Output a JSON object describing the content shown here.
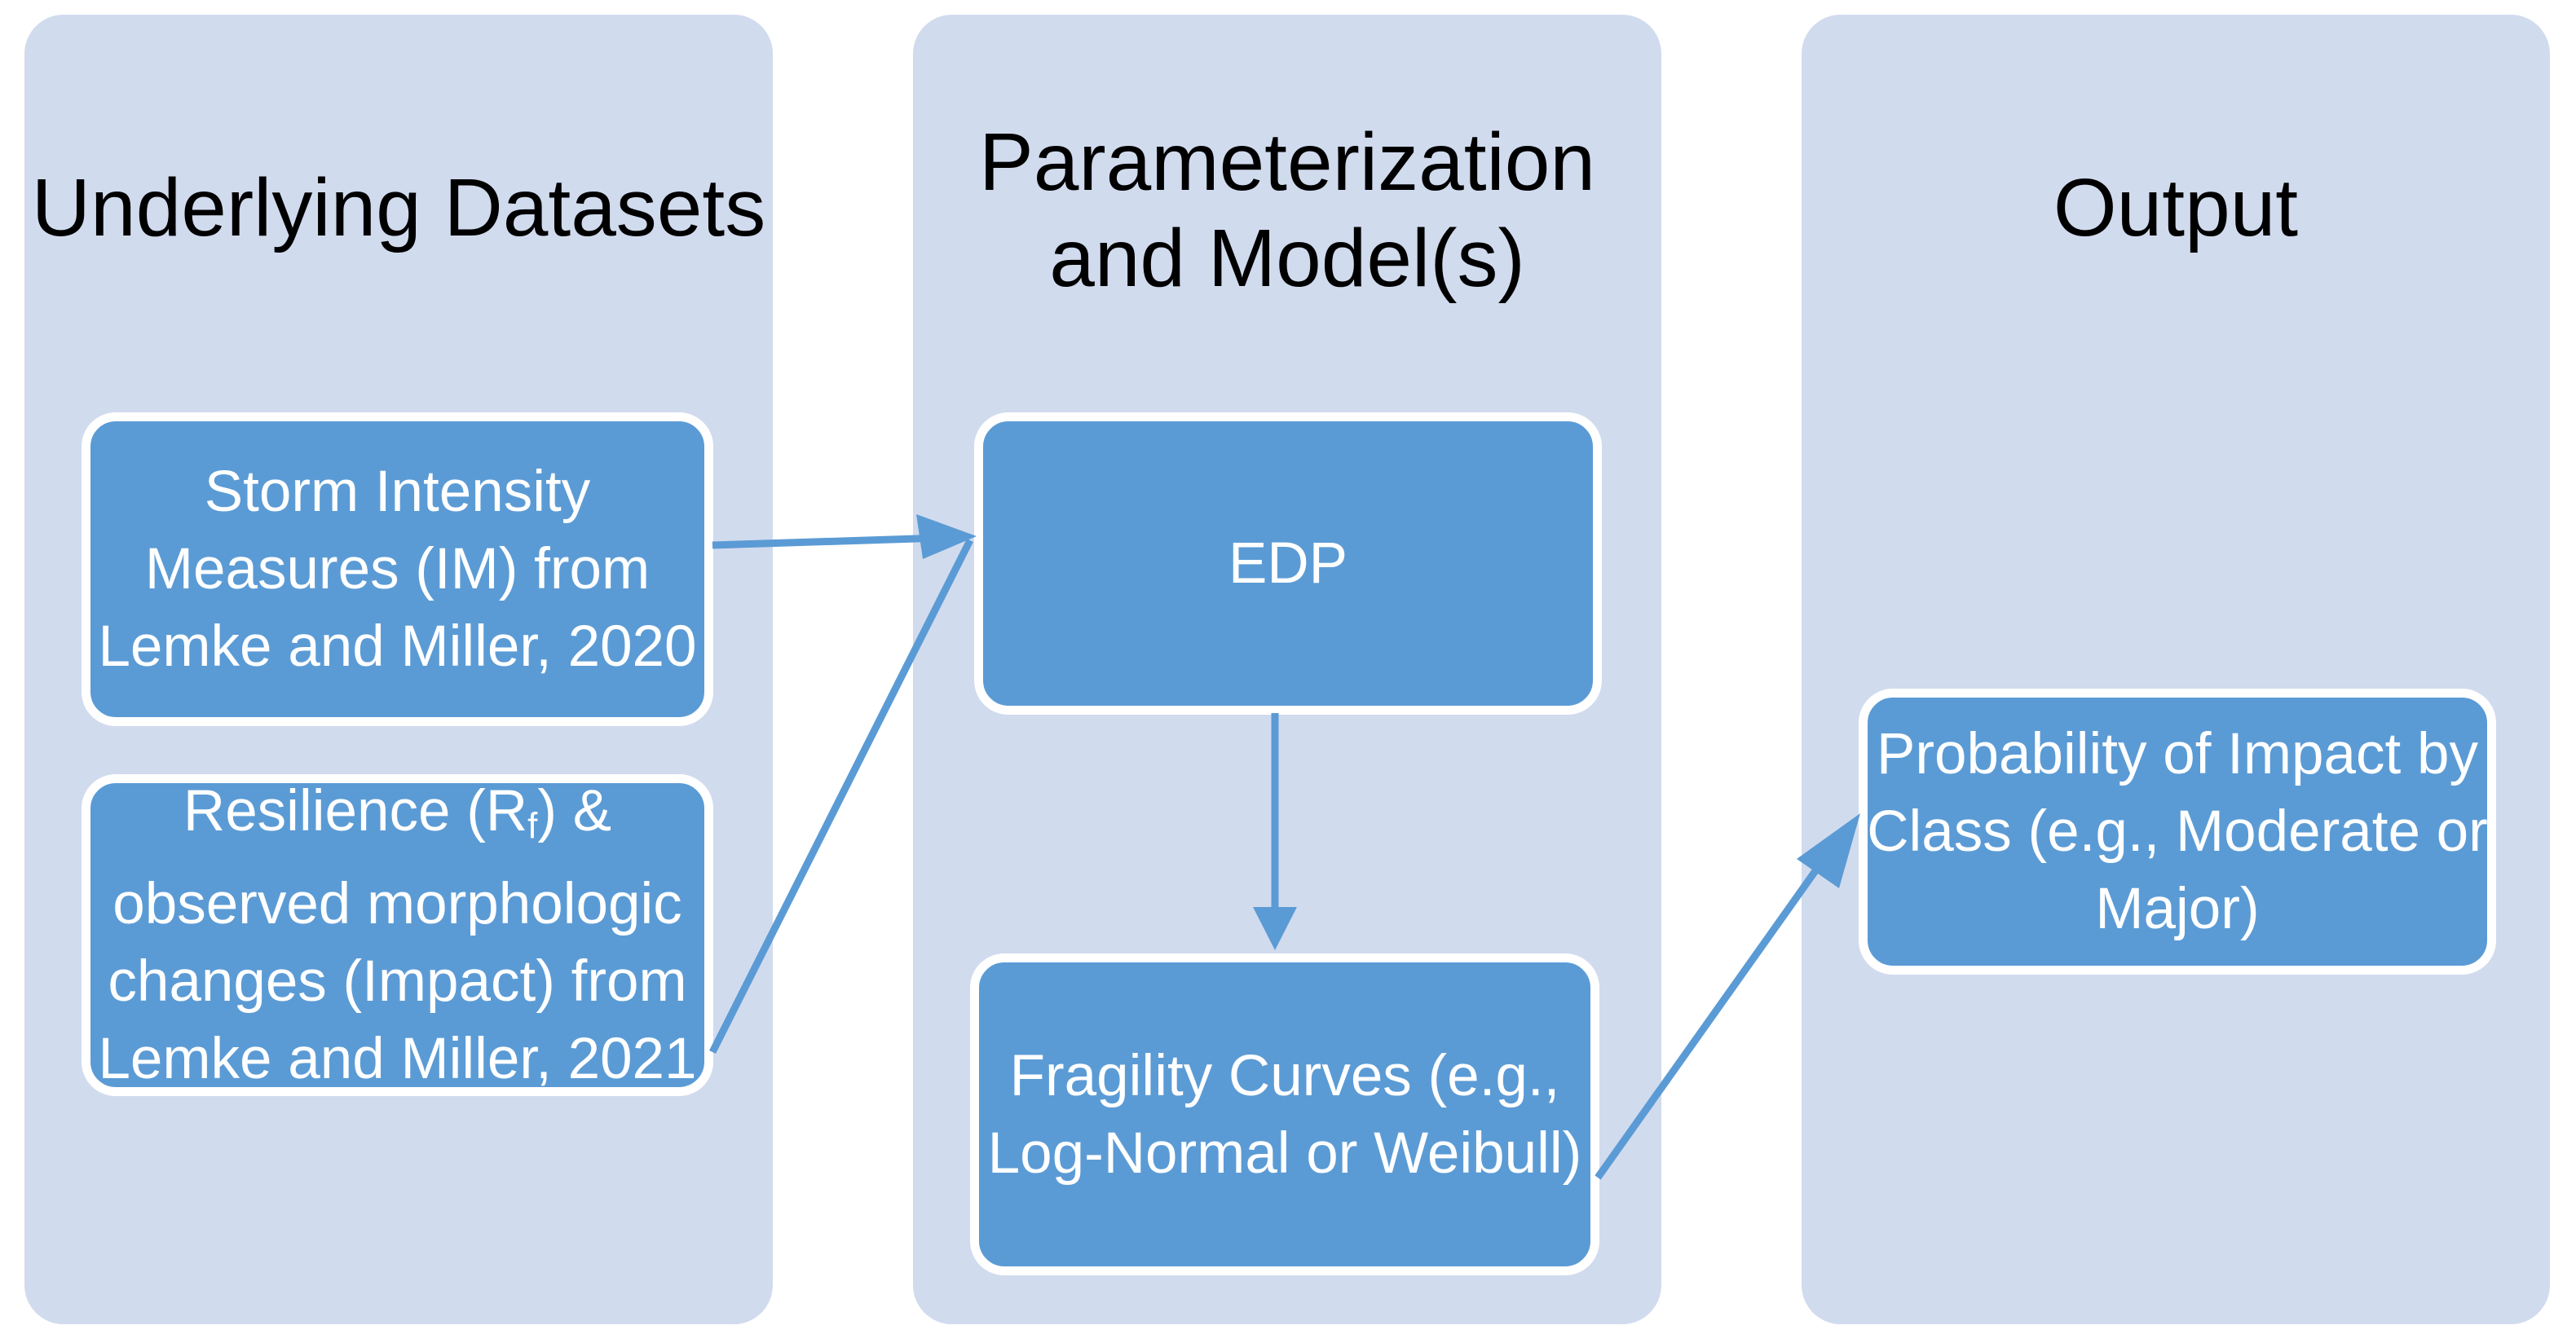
{
  "colors": {
    "page_bg": "#FFFFFF",
    "column_bg": "#D1DBEE",
    "box_fill": "#5B9BD5",
    "box_border": "#FFFFFF",
    "box_text": "#FFFFFF",
    "header_text": "#000000",
    "connector": "#5B9BD5"
  },
  "diagram": {
    "columns": [
      {
        "title": "Underlying Datasets",
        "boxes": [
          {
            "lines": [
              "Storm Intensity",
              "Measures (IM) from",
              "Lemke and Miller, 2020"
            ]
          },
          {
            "line1_pre": "Resilience (R",
            "line1_sub": "f",
            "line1_post": ") &",
            "lines": [
              "observed morphologic",
              "changes (Impact) from",
              "Lemke and Miller, 2021"
            ]
          }
        ]
      },
      {
        "title_lines": [
          "Parameterization",
          "and Model(s)"
        ],
        "boxes": [
          {
            "lines": [
              "EDP"
            ]
          },
          {
            "lines": [
              "Fragility Curves (e.g.,",
              "Log-Normal or Weibull)"
            ]
          }
        ]
      },
      {
        "title": "Output",
        "boxes": [
          {
            "lines": [
              "Probability of Impact by",
              "Class (e.g., Moderate or",
              "Major)"
            ]
          }
        ]
      }
    ],
    "edges": [
      {
        "from": "Storm Intensity Measures (IM)",
        "to": "EDP"
      },
      {
        "from": "Resilience & observed morphologic changes (Impact)",
        "to": "EDP"
      },
      {
        "from": "EDP",
        "to": "Fragility Curves"
      },
      {
        "from": "Fragility Curves",
        "to": "Probability of Impact by Class"
      }
    ]
  }
}
